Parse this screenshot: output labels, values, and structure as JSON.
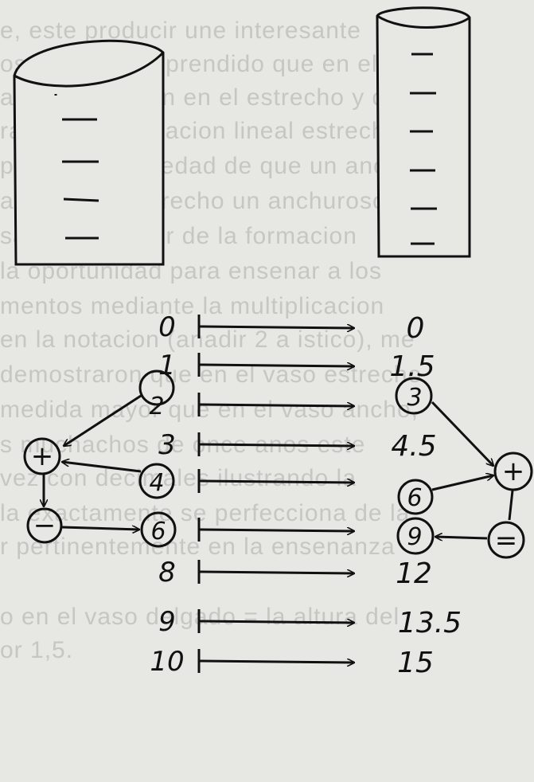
{
  "background_text": [
    "e, este producir une interesante",
    "os habian comprendido que en el e",
    "a multiplicacion en el estrecho y que",
    "ran la multiplicacion lineal estrecha",
    "posito la propiedad de que un anch",
    "ando en el estrecho un anchuroso",
    "saber distinguir de la formacion",
    "la oportunidad para ensenar a los",
    "mentos mediante la multiplicacion",
    "en la notacion (anadir 2 a istico), me",
    "demostraron que en el vaso estrecho",
    "medida mayor que en el vaso ancho,",
    "s muchachos de once anos este",
    "vez con decimales ilustrando la",
    "la exactamente se perfecciona de la",
    "r pertinentemente en la ensenanza",
    "",
    "o en el vaso delgado = la altura del",
    "or 1,5."
  ],
  "mapping": {
    "wide": [
      "0",
      "1",
      "2",
      "3",
      "4",
      "6",
      "8",
      "9",
      "10"
    ],
    "narrow": [
      "0",
      "1.5",
      "3",
      "4.5",
      "6",
      "9",
      "12",
      "13.5",
      "15"
    ]
  },
  "operators": {
    "plus": "+",
    "minus": "−",
    "equals": "="
  },
  "colors": {
    "ink": "#111111",
    "paper": "#e7e7e3",
    "ghost_text": "#c6c6c2"
  }
}
